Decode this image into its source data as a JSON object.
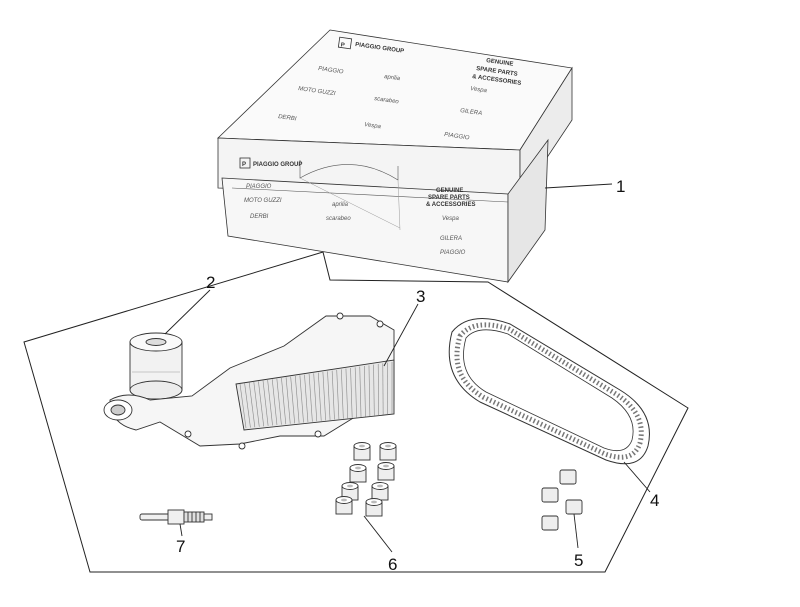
{
  "diagram": {
    "callouts": [
      {
        "id": "1",
        "label": "1"
      },
      {
        "id": "2",
        "label": "2"
      },
      {
        "id": "3",
        "label": "3"
      },
      {
        "id": "4",
        "label": "4"
      },
      {
        "id": "5",
        "label": "5"
      },
      {
        "id": "6",
        "label": "6"
      },
      {
        "id": "7",
        "label": "7"
      }
    ],
    "box": {
      "lid_brand": "PIAGGIO GROUP",
      "lid_title_line1": "GENUINE",
      "lid_title_line2": "SPARE PARTS",
      "lid_title_line3": "& ACCESSORIES",
      "side_brand": "PIAGGIO GROUP",
      "side_title_line1": "GENUINE",
      "side_title_line2": "SPARE PARTS",
      "side_title_line3": "& ACCESSORIES",
      "brand_logos": [
        "PIAGGIO",
        "aprilia",
        "Vespa",
        "MOTO GUZZI",
        "scarabeo",
        "GILERA",
        "DERBI"
      ]
    },
    "colors": {
      "line": "#222222",
      "fill": "#ffffff",
      "shade": "#e8e8e8",
      "dark": "#bbbbbb"
    }
  }
}
